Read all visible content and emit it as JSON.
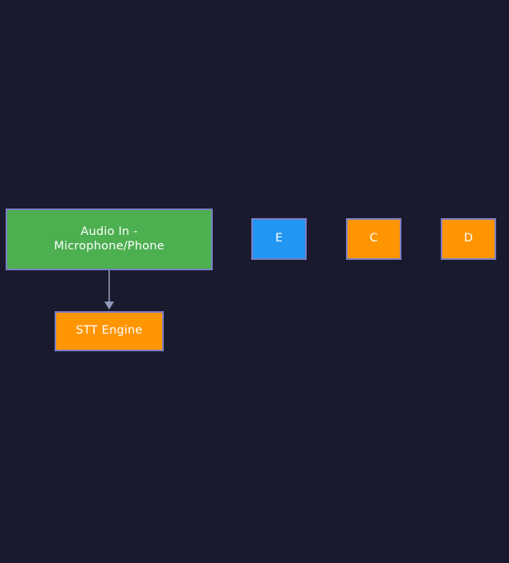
{
  "diagram": {
    "title": "",
    "background_color": "#1a1a2e",
    "node_border_color": "#7b7fc4",
    "edge_color": "#8e9bbe",
    "nodes": [
      {
        "id": "audio-in",
        "label": "Audio In -\nMicrophone/Phone",
        "fill": "#4caf50",
        "text_color": "#ffffff",
        "shape": "rectangle"
      },
      {
        "id": "stt-engine",
        "label": "STT Engine",
        "fill": "#ff9500",
        "text_color": "#ffffff",
        "shape": "rectangle"
      },
      {
        "id": "e",
        "label": "E",
        "fill": "#2196f3",
        "text_color": "#ffffff",
        "shape": "rectangle"
      },
      {
        "id": "c",
        "label": "C",
        "fill": "#ff9500",
        "text_color": "#ffffff",
        "shape": "rectangle"
      },
      {
        "id": "d",
        "label": "D",
        "fill": "#ff9500",
        "text_color": "#ffffff",
        "shape": "rectangle"
      }
    ],
    "edges": [
      {
        "id": "audio-in-to-stt-engine",
        "from": "audio-in",
        "to": "stt-engine",
        "label": "",
        "arrowhead": "triangle-down"
      }
    ]
  }
}
